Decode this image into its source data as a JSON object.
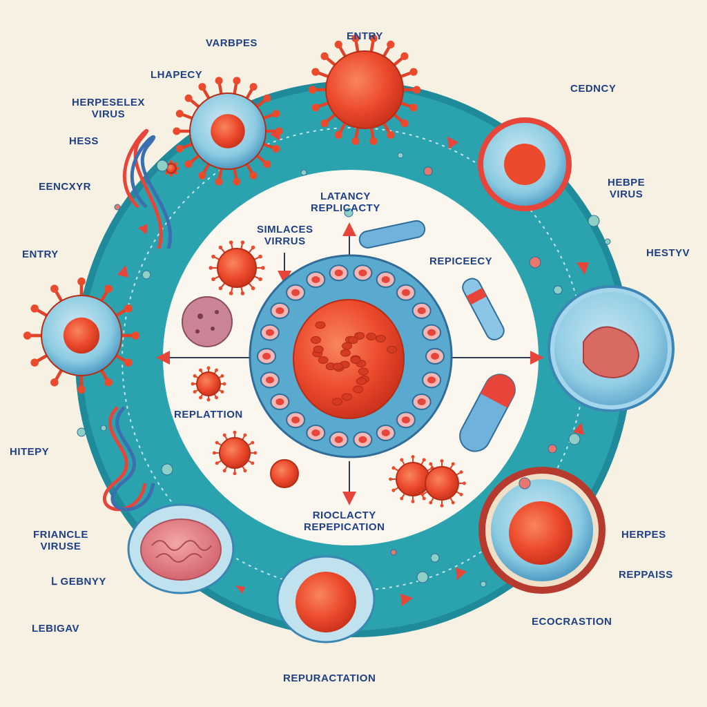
{
  "palette": {
    "background": "#f7f1e3",
    "ring": "#2ba3ae",
    "ring_dark": "#1c8795",
    "inner": "#fbf7ee",
    "virus": "#ec4a2c",
    "virus_light": "#f47a4e",
    "cell_blue": "#7cc3df",
    "cell_edge": "#3b86b4",
    "label": "#1d3f86",
    "arrow": "#e8453a",
    "brain": "#e27f86"
  },
  "labels": {
    "varbpes": "VARBPES",
    "entry_top": "ENTRY",
    "lhapecy": "LHAPECY",
    "herpeselex_1": "HERPESELEX",
    "herpeselex_2": "VIRUS",
    "hess": "HESS",
    "cedncy": "CEDNCY",
    "eencxyr": "EENCXYR",
    "hebpe_1": "HEBPE",
    "hebpe_2": "VIRUS",
    "entry_left": "ENTRY",
    "hestyv": "HESTYV",
    "latancy_1": "LATANCY",
    "latancy_2": "REPLICACTY",
    "simlaces_1": "SIMLACES",
    "simlaces_2": "VIRRUS",
    "repicecy": "REPICEECY",
    "replation": "REPLATTION",
    "hitepy": "HITEPY",
    "rioclacty_1": "RIOCLACTY",
    "rioclacty_2": "REPEPICATION",
    "friancle_1": "FRIANCLE",
    "friancle_2": "VIRUSE",
    "herpes": "HERPES",
    "sgebnyy": "ᒪ GEBNYY",
    "reppaiss": "REPPAISS",
    "lebigav": "LEBIGAV",
    "ecocrastion": "ECOCRASTION",
    "repuractation": "REPURACTATION"
  }
}
